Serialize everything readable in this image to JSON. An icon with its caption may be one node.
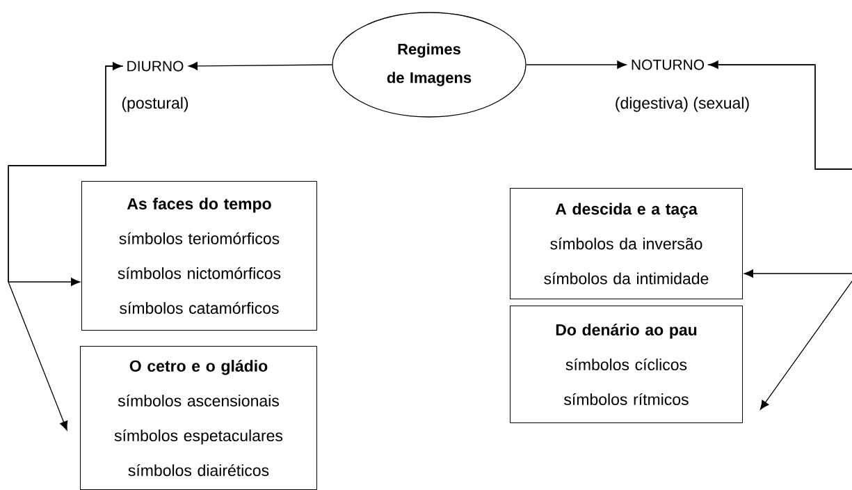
{
  "diagram": {
    "nodes": [
      {
        "text": [
          "Regimes de Imagens"
        ]
      },
      {
        "text": [
          "DIURNO"
        ],
        "beside": [
          "(postural)"
        ]
      },
      {
        "text": [
          "NOTURNO"
        ],
        "beside": [
          "(digestiva) (sexual)"
        ]
      },
      {
        "text": [
          "As faces do tempo",
          "símbolos teriomórficos",
          "símbolos nictomórficos",
          "símbolos catamórficos"
        ]
      },
      {
        "text": [
          "O cetro e o gládio",
          "símbolos ascensionais",
          "símbolos espetaculares",
          "símbolos diairéticos"
        ]
      },
      {
        "text": [
          "A descida e a taça",
          "símbolos da inversão",
          "símbolos da intimidade"
        ]
      },
      {
        "text": [
          "Do denário ao pau",
          "símbolos cíclicos",
          "símbolos rítmicos"
        ]
      }
    ],
    "edges": [
      {
        "from": 0,
        "to": 1,
        "arrow": "to"
      },
      {
        "from": 0,
        "to": 2,
        "arrow": "to"
      },
      {
        "from": 1,
        "to": 3,
        "arrow": "both"
      },
      {
        "from": 1,
        "to": 4,
        "arrow": "to"
      },
      {
        "from": 2,
        "to": 5,
        "arrow": "both"
      },
      {
        "from": 2,
        "to": 6,
        "arrow": "to"
      }
    ]
  }
}
